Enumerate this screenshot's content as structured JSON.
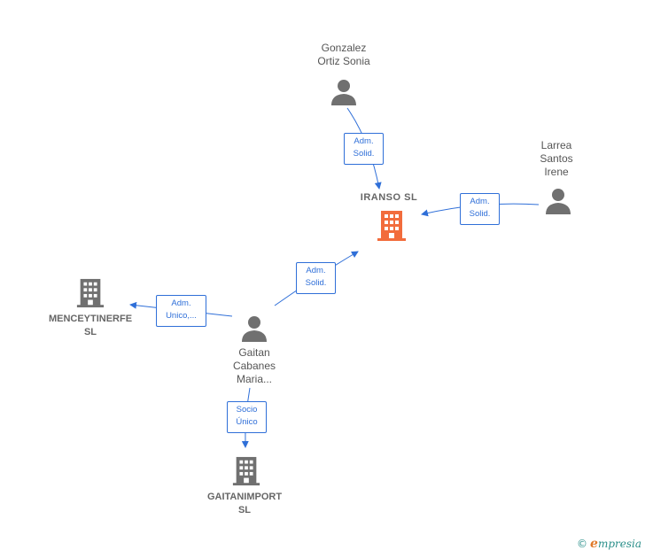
{
  "nodes": {
    "gonzalez": {
      "line1": "Gonzalez",
      "line2": "Ortiz Sonia"
    },
    "larrea": {
      "line1": "Larrea",
      "line2": "Santos",
      "line3": "Irene"
    },
    "iranso": {
      "label": "IRANSO  SL"
    },
    "mencey": {
      "line1": "MENCEYTINERFE",
      "line2": "SL"
    },
    "gaitan": {
      "line1": "Gaitan",
      "line2": "Cabanes",
      "line3": "Maria..."
    },
    "gaitanimport": {
      "line1": "GAITANIMPORT",
      "line2": "SL"
    }
  },
  "edges": {
    "gonzalez_iranso": {
      "line1": "Adm.",
      "line2": "Solid."
    },
    "larrea_iranso": {
      "line1": "Adm.",
      "line2": "Solid."
    },
    "gaitan_iranso": {
      "line1": "Adm.",
      "line2": "Solid."
    },
    "gaitan_mencey": {
      "line1": "Adm.",
      "line2": "Unico,..."
    },
    "gaitan_gaitanimport": {
      "line1": "Socio",
      "line2": "Único"
    }
  },
  "brand": {
    "copyright": "©",
    "e": "e",
    "name": "mpresia"
  },
  "colors": {
    "edge": "#2f6fd8",
    "focus_company": "#f26c3c",
    "company": "#707070",
    "person": "#707070"
  }
}
